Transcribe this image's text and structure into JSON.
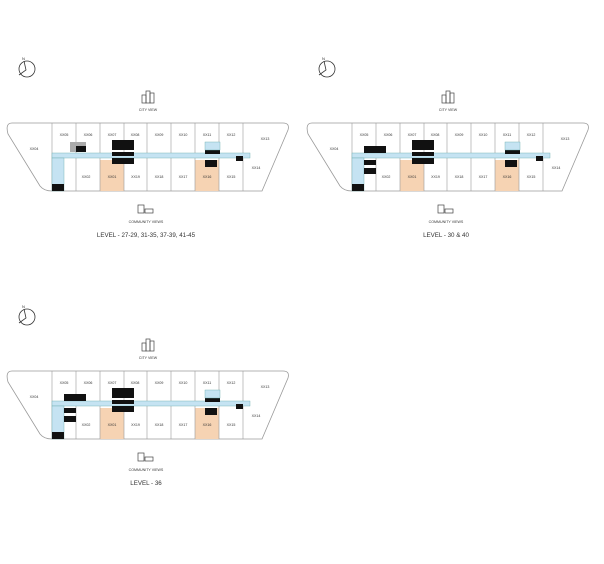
{
  "colors": {
    "corridor": "#c5e3f2",
    "highlight": "#f6d3b3",
    "outline": "#9a9a9a",
    "core": "#111111"
  },
  "plans": [
    {
      "city_view_label": "CITY VIEW",
      "community_view_label": "COMMUNITY VIEWS",
      "level_label": "LEVEL - 27-29, 31-35, 37-39, 41-45",
      "compass_label": "N",
      "end_left": "XX04",
      "top_units": [
        "XX05",
        "XX06",
        "XX07",
        "XX08",
        "XX09",
        "XX10",
        "XX11",
        "XX12"
      ],
      "end_right_top": "XX13",
      "end_right_bottom": "XX14",
      "bottom_units": [
        "XX02",
        "XX01",
        "XX19",
        "XX18",
        "XX17",
        "XX16",
        "XX15"
      ],
      "highlighted": [
        "XX01",
        "XX16"
      ]
    },
    {
      "city_view_label": "CITY VIEW",
      "community_view_label": "COMMUNITY VIEWS",
      "level_label": "LEVEL - 30 & 40",
      "compass_label": "N",
      "end_left": "XX04",
      "top_units": [
        "XX05",
        "XX06",
        "XX07",
        "XX08",
        "XX09",
        "XX10",
        "XX11",
        "XX12"
      ],
      "end_right_top": "XX13",
      "end_right_bottom": "XX14",
      "bottom_units": [
        "XX02",
        "XX01",
        "XX19",
        "XX18",
        "XX17",
        "XX16",
        "XX15"
      ],
      "highlighted": [
        "XX01",
        "XX16"
      ]
    },
    {
      "city_view_label": "CITY VIEW",
      "community_view_label": "COMMUNITY VIEWS",
      "level_label": "LEVEL - 36",
      "compass_label": "N",
      "end_left": "XX04",
      "top_units": [
        "XX05",
        "XX06",
        "XX07",
        "XX08",
        "XX09",
        "XX10",
        "XX11",
        "XX12"
      ],
      "end_right_top": "XX13",
      "end_right_bottom": "XX14",
      "bottom_units": [
        "XX02",
        "XX01",
        "XX19",
        "XX18",
        "XX17",
        "XX16",
        "XX15"
      ],
      "highlighted": [
        "XX01",
        "XX16"
      ]
    }
  ]
}
